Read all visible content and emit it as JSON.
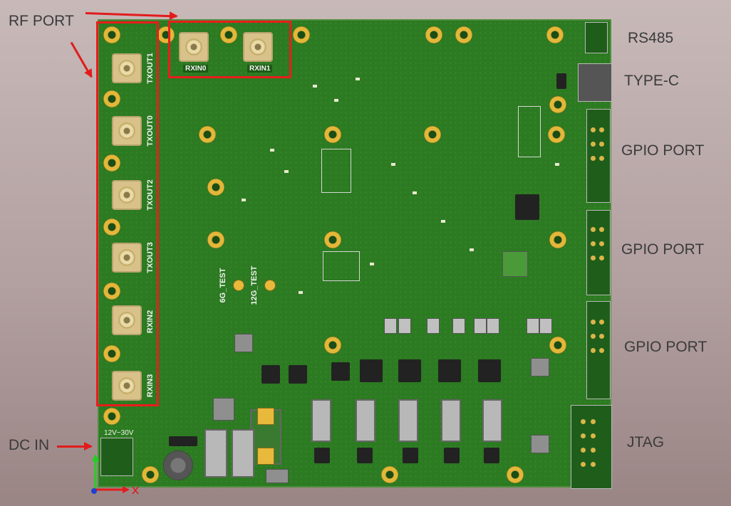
{
  "annotations": {
    "rf_port": "RF PORT",
    "rs485": "RS485",
    "type_c": "TYPE-C",
    "gpio_port_1": "GPIO PORT",
    "gpio_port_2": "GPIO PORT",
    "gpio_port_3": "GPIO PORT",
    "jtag": "JTAG",
    "dc_in": "DC IN"
  },
  "board_labels": {
    "tx_out": [
      "TXOUT1",
      "TXOUT0",
      "TXOUT2",
      "TXOUT3"
    ],
    "rx_in_side": [
      "RXIN2",
      "RXIN3"
    ],
    "rx_in_top": [
      "RXIN0",
      "RXIN1"
    ],
    "test_6g": "6G_TEST",
    "test_12g": "12G_TEST",
    "supply_range": "12V~30V"
  },
  "colors": {
    "pcb": "#2c7a21",
    "annotation_red": "#ea1c1c",
    "pad_gold": "#e3b73a"
  },
  "icons": {
    "axis_triad": "xyz-axis-icon"
  }
}
